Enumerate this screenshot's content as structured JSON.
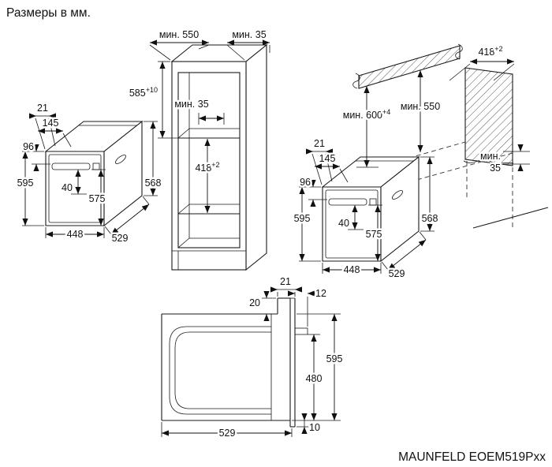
{
  "page": {
    "title": "Размеры в мм.",
    "model": "MAUNFELD EOEM519Pxx"
  },
  "oven": {
    "door_offset": "21",
    "panel_depth": "145",
    "panel_height": "96",
    "height": "595",
    "handle_offset": "40",
    "door_height": "575",
    "width": "448",
    "depth": "529",
    "rear_height": "568"
  },
  "column": {
    "depth_min": "мин. 550",
    "top_gap_min": "мин. 35",
    "niche_height": "585",
    "niche_height_tol": "+10",
    "back_gap_min": "мин. 35",
    "lower_niche_height": "418",
    "lower_niche_height_tol": "+2"
  },
  "counter": {
    "niche_width": "418",
    "niche_width_tol": "+2",
    "niche_height_min": "мин. 600",
    "niche_height_tol": "+4",
    "depth_min": "мин. 550",
    "back_gap_min_line1": "мин.",
    "back_gap_min_line2": "35"
  },
  "side": {
    "door_offset": "21",
    "top_clearance": "20",
    "handle_depth": "12",
    "height": "595",
    "front_height": "480",
    "depth": "529",
    "bottom_gap": "10"
  }
}
